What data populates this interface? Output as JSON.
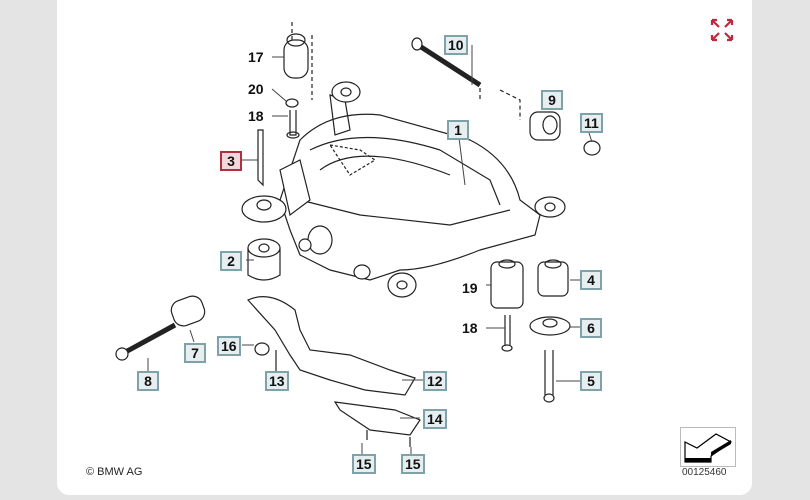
{
  "diagram": {
    "callouts_plain": [
      "17",
      "20",
      "18",
      "19",
      "18"
    ],
    "callouts_boxed": [
      "10",
      "9",
      "1",
      "11",
      "3",
      "2",
      "4",
      "6",
      "7",
      "8",
      "16",
      "13",
      "12",
      "5",
      "14",
      "15",
      "15"
    ],
    "highlighted": "3"
  },
  "footer": {
    "copyright": "© BMW AG",
    "reference_number": "00125460"
  },
  "icons": {
    "expand": "expand-icon",
    "nav": "arrow-down-left-icon"
  },
  "colors": {
    "accent": "#c0283c",
    "box_border": "#7fa1aa",
    "highlight_border": "#b03040"
  }
}
